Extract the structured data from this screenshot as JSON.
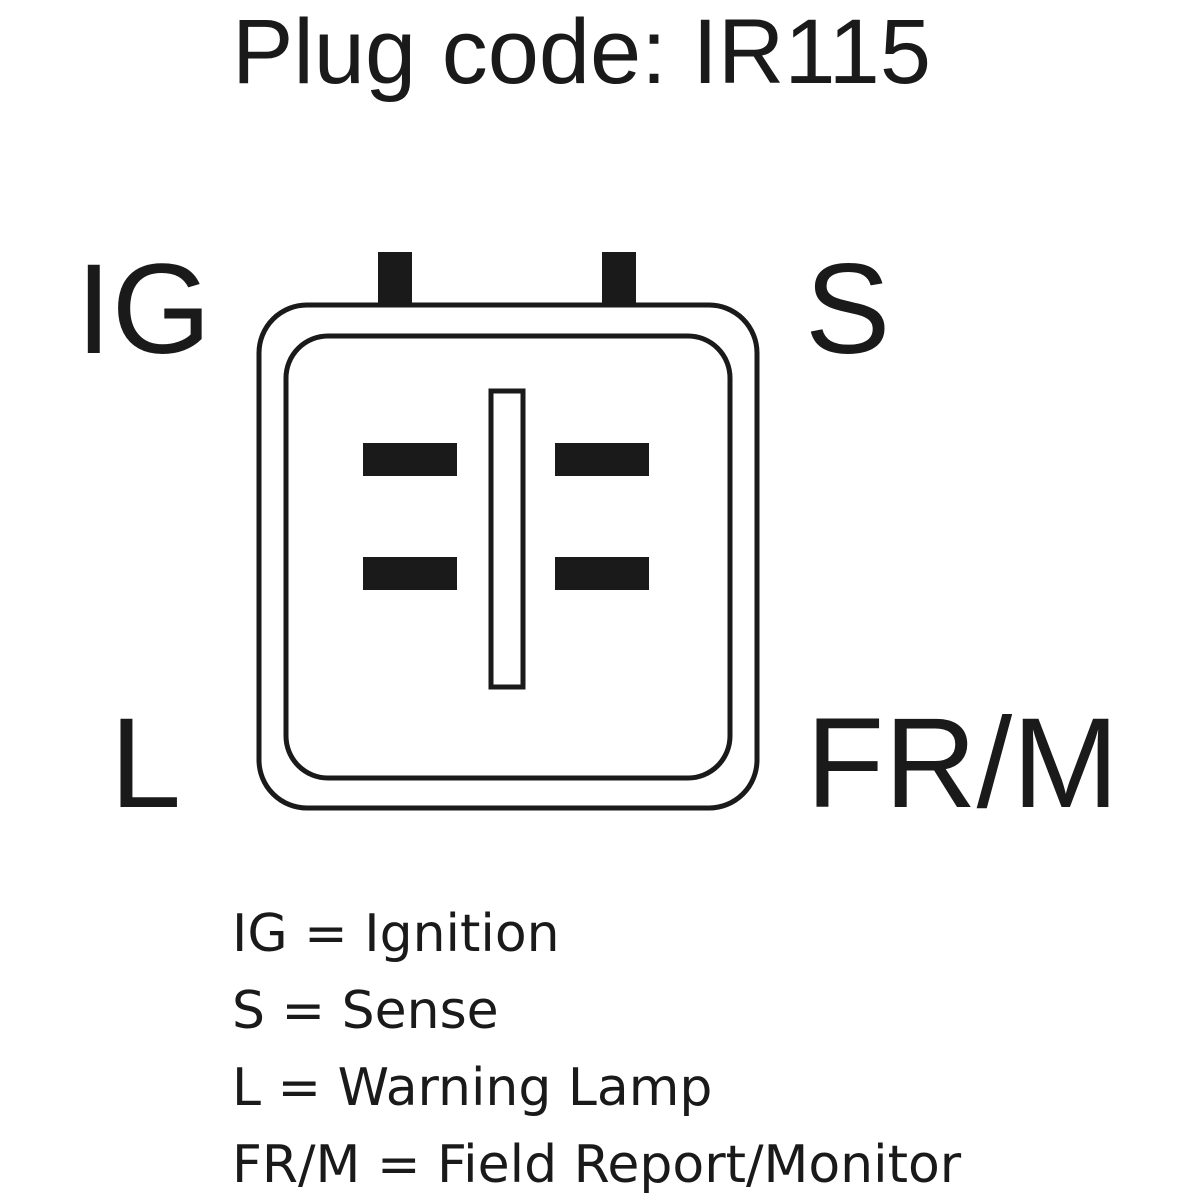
{
  "title": "Plug code: IR115",
  "pins": {
    "ig": "IG",
    "s": "S",
    "l": "L",
    "frm": "FR/M"
  },
  "legend": [
    "IG = Ignition",
    "S = Sense",
    "L = Warning Lamp",
    "FR/M = Field Report/Monitor"
  ],
  "colors": {
    "ink": "#1a1a1a",
    "background": "#ffffff"
  }
}
